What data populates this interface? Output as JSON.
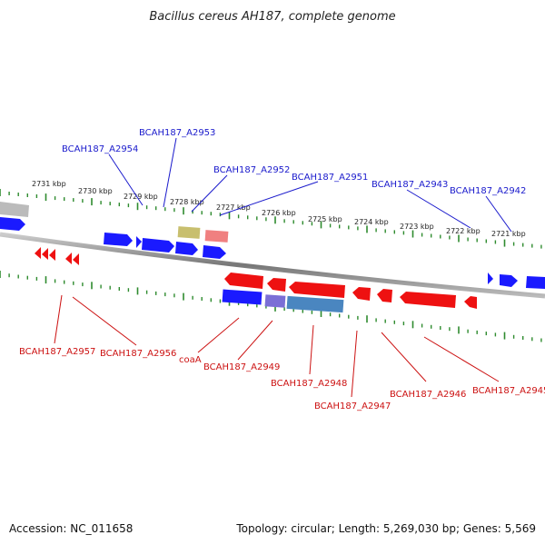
{
  "title": "Bacillus cereus AH187, complete genome",
  "footer": {
    "accession": "Accession: NC_011658",
    "summary": "Topology: circular; Length: 5,269,030 bp; Genes: 5,569"
  },
  "colors": {
    "forward_gene": "#1a1aff",
    "reverse_gene": "#ee1111",
    "forward_label": "#1a1acc",
    "reverse_label": "#cc1111",
    "tick": "#2e8b2e",
    "backbone": "#888888",
    "gray_gene": "#bbbbbb",
    "olive_gene": "#c8bf6e",
    "pink_gene": "#f08080",
    "purple_gene": "#7b6fd6",
    "steel_gene": "#4a86c0"
  },
  "kbp_ticks": [
    "2731 kbp",
    "2730 kbp",
    "2729 kbp",
    "2728 kbp",
    "2727 kbp",
    "2726 kbp",
    "2725 kbp",
    "2724 kbp",
    "2723 kbp",
    "2722 kbp",
    "2721 kbp"
  ],
  "forward_labels": [
    "BCAH187_A2953",
    "BCAH187_A2954",
    "BCAH187_A2952",
    "BCAH187_A2951",
    "BCAH187_A2943",
    "BCAH187_A2942"
  ],
  "reverse_labels": [
    "BCAH187_A2957",
    "BCAH187_A2956",
    "coaA",
    "BCAH187_A2949",
    "BCAH187_A2948",
    "BCAH187_A2947",
    "BCAH187_A2946",
    "BCAH187_A2945"
  ]
}
